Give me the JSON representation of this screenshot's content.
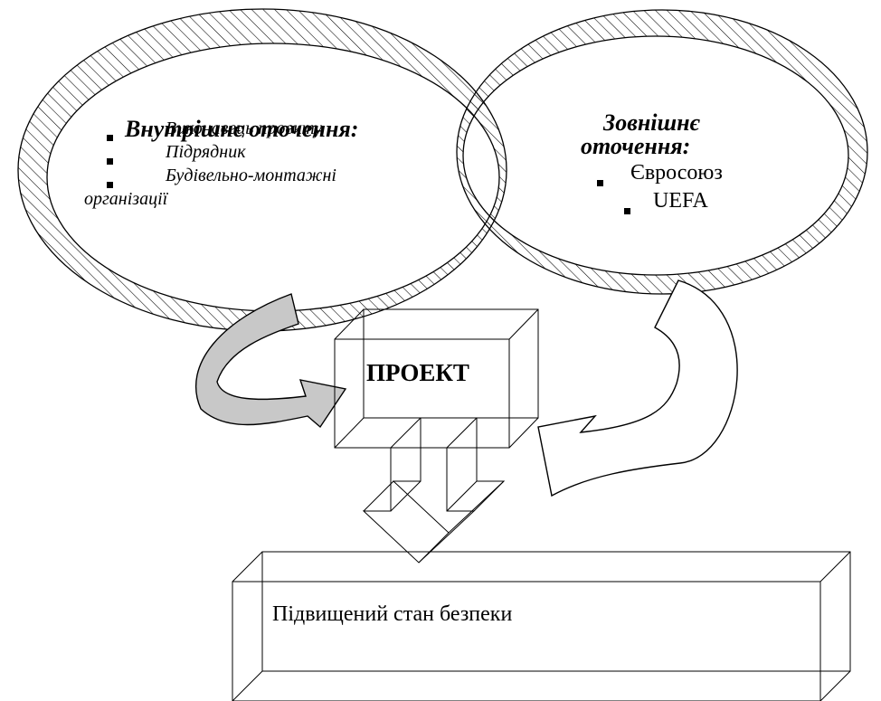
{
  "internal": {
    "title": "Внутрішнє оточення:",
    "items": [
      "Виконавець проекту",
      "Підрядник",
      "Будівельно-монтажні",
      "організації"
    ]
  },
  "external": {
    "title_line1": "Зовнішнє",
    "title_line2": "оточення:",
    "items": [
      "Євросоюз",
      "UEFA"
    ]
  },
  "project": {
    "label": "ПРОЕКТ"
  },
  "result": {
    "label": "Підвищений стан безпеки"
  }
}
